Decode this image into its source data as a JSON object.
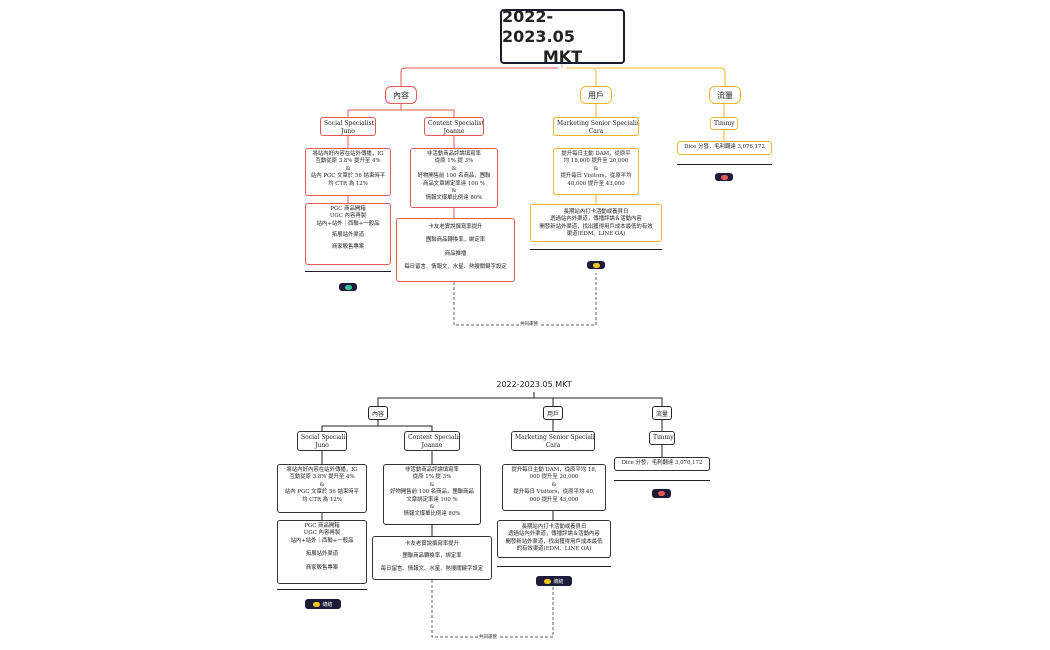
{
  "colors": {
    "red": "#e35b54",
    "yellow": "#f0b429",
    "dark": "#1c1c3a"
  },
  "top": {
    "title_line1": "2022-2023.05",
    "title_line2": "MKT",
    "categories": [
      "內容",
      "用戶",
      "流量"
    ],
    "roles": {
      "social": [
        "Social Specialist",
        "Juno"
      ],
      "content": [
        "Content Specialist",
        "Joanne"
      ],
      "marketing": [
        "Marketing Senior Specialist",
        "Cara"
      ],
      "timmy": "Timmy"
    },
    "social_goal": [
      "將站內好內容在站外傳播，IG",
      "互動從原 3.8% 提升至 4%",
      "&",
      "站內 PGC 文章於 56 結束時平",
      "均 CTR 為 12%"
    ],
    "social_tasks": [
      "PGC 商品開箱",
      "UGC 內容再製",
      "站內+站外｜西聯+一般品",
      "",
      "拓展站外渠道",
      "",
      "商家販售專案"
    ],
    "content_goal": [
      "非活動商品評論填寫率",
      "從原 1% 提 3%",
      "&",
      "好物開售前 100 名商品，團聯",
      "商品文章綁定率達 100 %",
      "&",
      "情報文爆單比例達 80%"
    ],
    "content_tasks": [
      "卡友老實說撰寫率提升",
      "",
      "團聯商品轉換率，綁定率",
      "",
      "商品推播",
      "",
      "每日留言、情報文、水星、熱搜關鍵字設定"
    ],
    "marketing_goal": [
      "提升每日主動 DAM，從原平",
      "均 18,000 提升至 20,000",
      "&",
      "提升每日 Visitors，從原平均",
      "40,000 提升至 43,000"
    ],
    "marketing_tasks": [
      "長期站內打卡活動或養貝日",
      "透過站內外渠道，傳播評論＆活動內容",
      "開發新站外渠道，找出獲得用戶成本最低的有效",
      "渠道(EDM、LINE OA)"
    ],
    "traffic_goal": "Dice 分發，毛利翻達 3,076,172",
    "shared_label": "共同運營"
  },
  "bottom": {
    "title": "2022-2023.05 MKT",
    "categories": [
      "內容",
      "用戶",
      "流量"
    ],
    "roles": {
      "social": [
        "Social Specialist",
        "Juno"
      ],
      "content": [
        "Content Specialist",
        "Joanne"
      ],
      "marketing": [
        "Marketing Senior Specialist",
        "Cara"
      ],
      "timmy": "Timmy"
    },
    "social_goal": [
      "將站內好內容在站外傳播，IG",
      "互動從原 3.8% 提升至 4%",
      "&",
      "站內 PGC 文章於 56 結束時平",
      "均 CTR 為 12%"
    ],
    "social_tasks": [
      "PGC 商品開箱",
      "UGC 內容再製",
      "站內+站外｜西聯+一般品",
      "",
      "拓展站外渠道",
      "",
      "商家販售專案"
    ],
    "content_goal": [
      "非活動商品評論填寫率",
      "從原 1% 提 3%",
      "&",
      "好物開售前 100 名商品，團聯商品",
      "文章綁定率達 100 %",
      "&",
      "情報文爆單比例達 80%"
    ],
    "content_tasks": [
      "卡友老實說撰寫率提升",
      "",
      "團聯商品轉換率，綁定率",
      "",
      "每日留言、情報文、水星、熱搜關鍵字設定"
    ],
    "marketing_goal": [
      "提升每日主動 DAM，從原平均 18,",
      "000 提升至 20,000",
      "&",
      "提升每日 Visitors，從原平均 40,",
      "000 提升至 43,000"
    ],
    "marketing_tasks": [
      "長期站內打卡活動或養貝日",
      "透過站內外渠道，傳播評論＆活動內容",
      "開發新站外渠道，找出獲得用戶成本最低",
      "的有效渠道(EDM、LINE OA)"
    ],
    "traffic_goal": "Dice 分發，毛利翻達 3,076,172",
    "badge_label": "總結",
    "shared_label": "共同運營"
  }
}
